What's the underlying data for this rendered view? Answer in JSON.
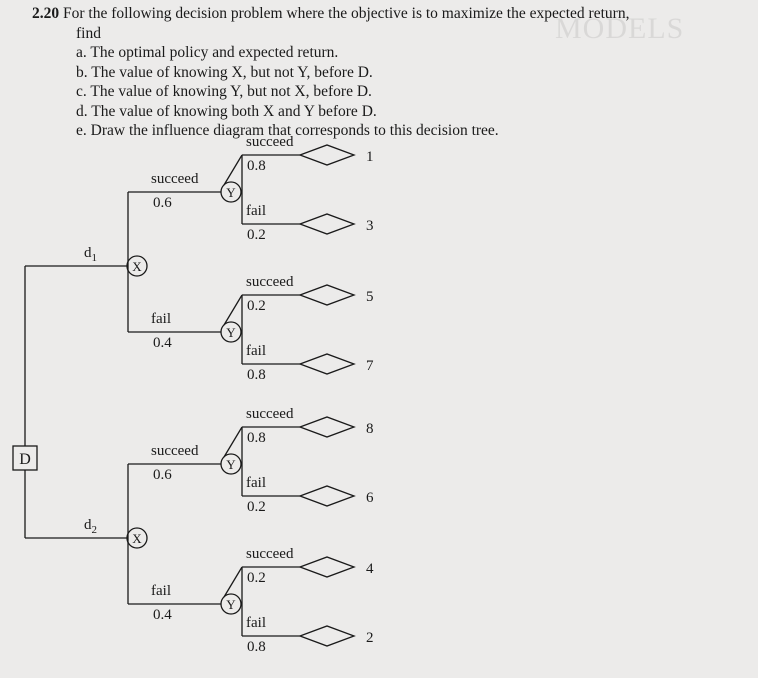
{
  "problem": {
    "number": "2.20",
    "lead": "For the following decision problem where the objective is to maximize the expected return,",
    "find": "find",
    "parts": [
      {
        "letter": "a.",
        "text": "The optimal policy and expected return."
      },
      {
        "letter": "b.",
        "text": "The value of knowing X, but not Y, before D."
      },
      {
        "letter": "c.",
        "text": "The value of knowing Y, but not X, before D."
      },
      {
        "letter": "d.",
        "text": "The value of knowing both X and Y before D."
      },
      {
        "letter": "e.",
        "text": "Draw the influence diagram that corresponds to this decision tree."
      }
    ]
  },
  "watermark": "MODELS",
  "tree": {
    "decision_node": "D",
    "branches": [
      {
        "label": "d1",
        "label_main": "d",
        "label_sub": "1",
        "chance": "X",
        "outcomes": [
          {
            "label": "succeed",
            "prob": "0.6",
            "node": "Y",
            "leaves": [
              {
                "label": "succeed",
                "prob": "0.8",
                "value": "1"
              },
              {
                "label": "fail",
                "prob": "0.2",
                "value": "3"
              }
            ]
          },
          {
            "label": "fail",
            "prob": "0.4",
            "node": "Y",
            "leaves": [
              {
                "label": "succeed",
                "prob": "0.2",
                "value": "5"
              },
              {
                "label": "fail",
                "prob": "0.8",
                "value": "7"
              }
            ]
          }
        ]
      },
      {
        "label": "d2",
        "label_main": "d",
        "label_sub": "2",
        "chance": "X",
        "outcomes": [
          {
            "label": "succeed",
            "prob": "0.6",
            "node": "Y",
            "leaves": [
              {
                "label": "succeed",
                "prob": "0.8",
                "value": "8"
              },
              {
                "label": "fail",
                "prob": "0.2",
                "value": "6"
              }
            ]
          },
          {
            "label": "fail",
            "prob": "0.4",
            "node": "Y",
            "leaves": [
              {
                "label": "succeed",
                "prob": "0.2",
                "value": "4"
              },
              {
                "label": "fail",
                "prob": "0.8",
                "value": "2"
              }
            ]
          }
        ]
      }
    ]
  }
}
